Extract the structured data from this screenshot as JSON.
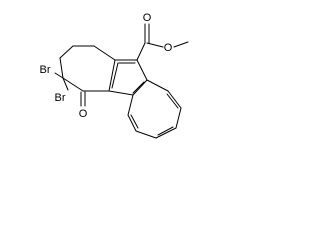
{
  "molecule": {
    "atoms": {
      "br1": "Br",
      "br2": "Br",
      "o_ketone": "O",
      "o_carbonyl": "O",
      "o_ester": "O"
    }
  }
}
